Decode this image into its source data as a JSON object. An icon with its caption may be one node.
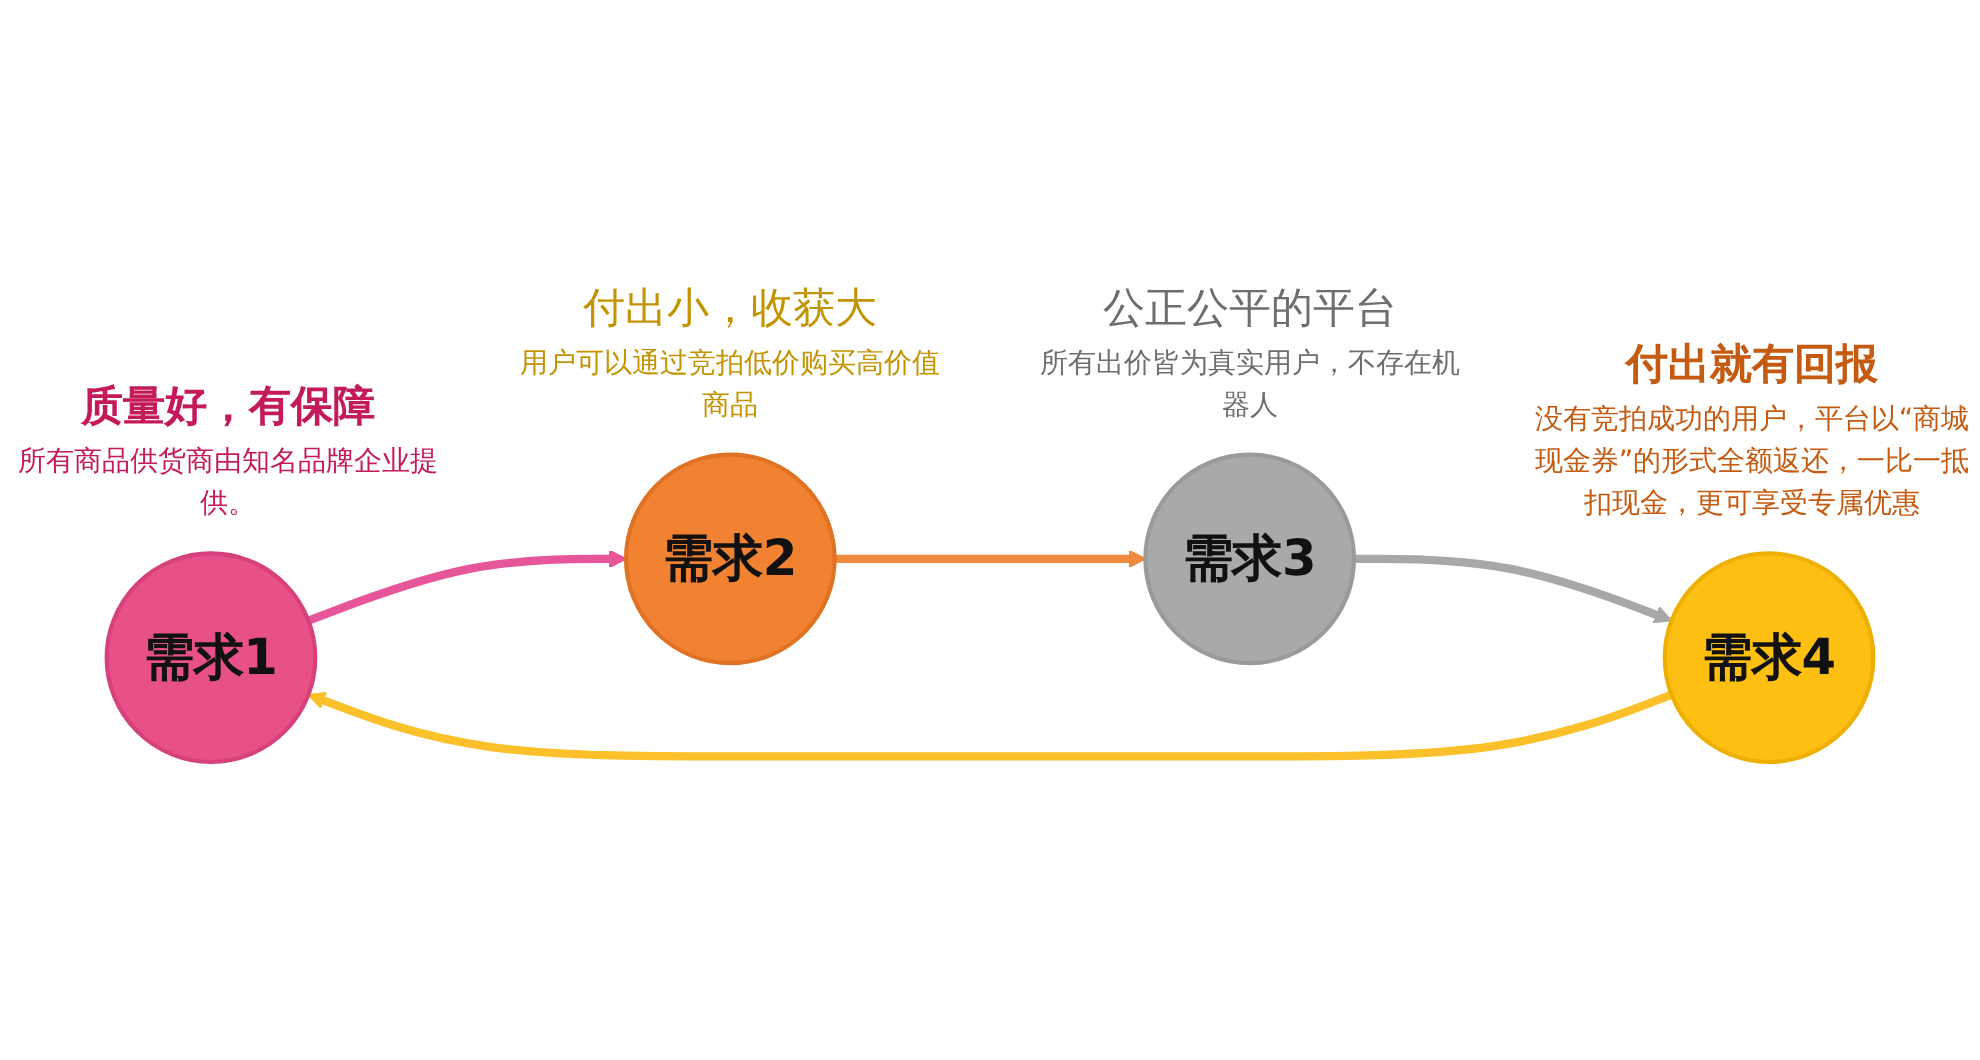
{
  "diagram": {
    "nodes": [
      {
        "text": [
          "需求1"
        ],
        "beside": [
          "质量好，有保障",
          "所有商品供货商由知名品牌企业提供。"
        ]
      },
      {
        "text": [
          "需求2"
        ],
        "beside": [
          "付出小，收获大",
          "用户可以通过竞拍低价购买高价值商品"
        ]
      },
      {
        "text": [
          "需求3"
        ],
        "beside": [
          "公正公平的平台",
          "所有出价皆为真实用户，不存在机器人"
        ]
      },
      {
        "text": [
          "需求4"
        ],
        "beside": [
          "付出就有回报",
          "没有竞拍成功的用户，平台以“商城现金券”的形式全额返还，一比一抵扣现金，更可享受专属优惠"
        ]
      }
    ],
    "edges": [
      {
        "from": 0,
        "to": 1,
        "arrow": "to",
        "color": "#e8569a"
      },
      {
        "from": 1,
        "to": 2,
        "arrow": "to",
        "color": "#f08a3c"
      },
      {
        "from": 2,
        "to": 3,
        "arrow": "to",
        "color": "#a8a8a8"
      },
      {
        "from": 3,
        "to": 0,
        "arrow": "to",
        "color": "#fbc02a"
      }
    ]
  }
}
